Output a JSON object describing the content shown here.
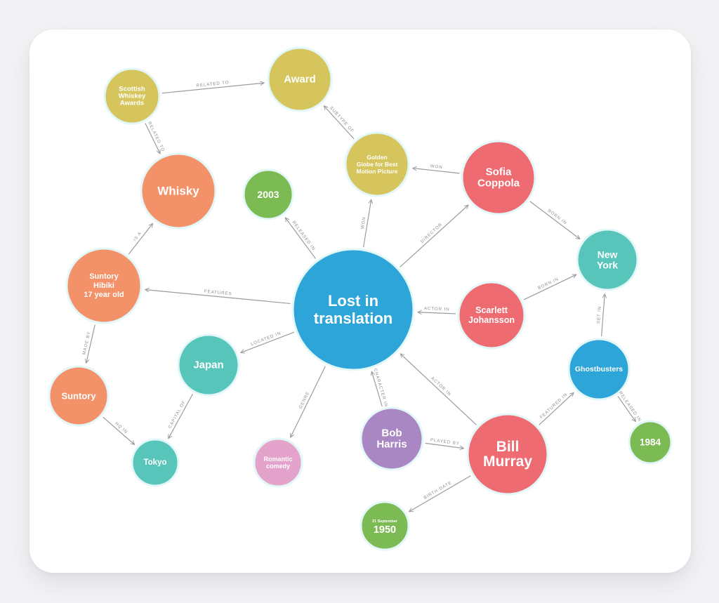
{
  "colors": {
    "blue": "#2ea5d8",
    "yellow": "#d5c55c",
    "orange": "#f39168",
    "red": "#ef6b72",
    "teal": "#58c5bb",
    "green": "#7cba54",
    "purple": "#a887c2",
    "pink": "#e4a3ca"
  },
  "nodes": [
    {
      "id": "lost",
      "lines": [
        "Lost in",
        "translation"
      ],
      "color": "blue"
    },
    {
      "id": "award",
      "lines": [
        "Award"
      ],
      "color": "yellow"
    },
    {
      "id": "scottish",
      "lines": [
        "Scottish",
        "Whiskey",
        "Awards"
      ],
      "color": "yellow"
    },
    {
      "id": "golden",
      "lines": [
        "Golden",
        "Globe for Best",
        "Motion Picture"
      ],
      "color": "yellow"
    },
    {
      "id": "whisky",
      "lines": [
        "Whisky"
      ],
      "color": "orange"
    },
    {
      "id": "y2003",
      "lines": [
        "2003"
      ],
      "color": "green"
    },
    {
      "id": "sofia",
      "lines": [
        "Sofia",
        "Coppola"
      ],
      "color": "red"
    },
    {
      "id": "newyork",
      "lines": [
        "New",
        "York"
      ],
      "color": "teal"
    },
    {
      "id": "suntoryhibiki",
      "lines": [
        "Suntory",
        "Hibiki",
        "17 year old"
      ],
      "color": "orange"
    },
    {
      "id": "scarlett",
      "lines": [
        "Scarlett",
        "Johansson"
      ],
      "color": "red"
    },
    {
      "id": "japan",
      "lines": [
        "Japan"
      ],
      "color": "teal"
    },
    {
      "id": "ghostbusters",
      "lines": [
        "Ghostbusters"
      ],
      "color": "blue"
    },
    {
      "id": "suntory",
      "lines": [
        "Suntory"
      ],
      "color": "orange"
    },
    {
      "id": "bob",
      "lines": [
        "Bob",
        "Harris"
      ],
      "color": "purple"
    },
    {
      "id": "bill",
      "lines": [
        "Bill",
        "Murray"
      ],
      "color": "red"
    },
    {
      "id": "tokyo",
      "lines": [
        "Tokyo"
      ],
      "color": "teal"
    },
    {
      "id": "romantic",
      "lines": [
        "Romantic",
        "comedy"
      ],
      "color": "pink"
    },
    {
      "id": "y1984",
      "lines": [
        "1984"
      ],
      "color": "green"
    },
    {
      "id": "y1950",
      "lines": [
        "21 September",
        "1950"
      ],
      "color": "green"
    }
  ],
  "edges": [
    {
      "from": "scottish",
      "to": "award",
      "label": "RELATED TO"
    },
    {
      "from": "scottish",
      "to": "whisky",
      "label": "RELATED TO"
    },
    {
      "from": "golden",
      "to": "award",
      "label": "SUBTYPE OF"
    },
    {
      "from": "sofia",
      "to": "golden",
      "label": "WON"
    },
    {
      "from": "lost",
      "to": "golden",
      "label": "WON"
    },
    {
      "from": "lost",
      "to": "y2003",
      "label": "RELEASED IN"
    },
    {
      "from": "lost",
      "to": "sofia",
      "label": "DIRECTOR"
    },
    {
      "from": "sofia",
      "to": "newyork",
      "label": "BORN IN"
    },
    {
      "from": "scarlett",
      "to": "newyork",
      "label": "BORN IN"
    },
    {
      "from": "scarlett",
      "to": "lost",
      "label": "ACTOR IN"
    },
    {
      "from": "lost",
      "to": "suntoryhibiki",
      "label": "FEATURES"
    },
    {
      "from": "suntoryhibiki",
      "to": "whisky",
      "label": "IS A"
    },
    {
      "from": "suntoryhibiki",
      "to": "suntory",
      "label": "MADE BY"
    },
    {
      "from": "lost",
      "to": "japan",
      "label": "LOCATED IN"
    },
    {
      "from": "japan",
      "to": "tokyo",
      "label": "CAPITAL OF"
    },
    {
      "from": "suntory",
      "to": "tokyo",
      "label": "HQ IN"
    },
    {
      "from": "lost",
      "to": "romantic",
      "label": "GENRE"
    },
    {
      "from": "bob",
      "to": "lost",
      "label": "CHARACTER IN"
    },
    {
      "from": "bob",
      "to": "bill",
      "label": "PLAYED BY"
    },
    {
      "from": "bill",
      "to": "lost",
      "label": "ACTOR IN"
    },
    {
      "from": "bill",
      "to": "ghostbusters",
      "label": "FEATURED IN"
    },
    {
      "from": "ghostbusters",
      "to": "newyork",
      "label": "SET IN"
    },
    {
      "from": "ghostbusters",
      "to": "y1984",
      "label": "RELEASED IN"
    },
    {
      "from": "bill",
      "to": "y1950",
      "label": "BIRTH DATE"
    }
  ]
}
